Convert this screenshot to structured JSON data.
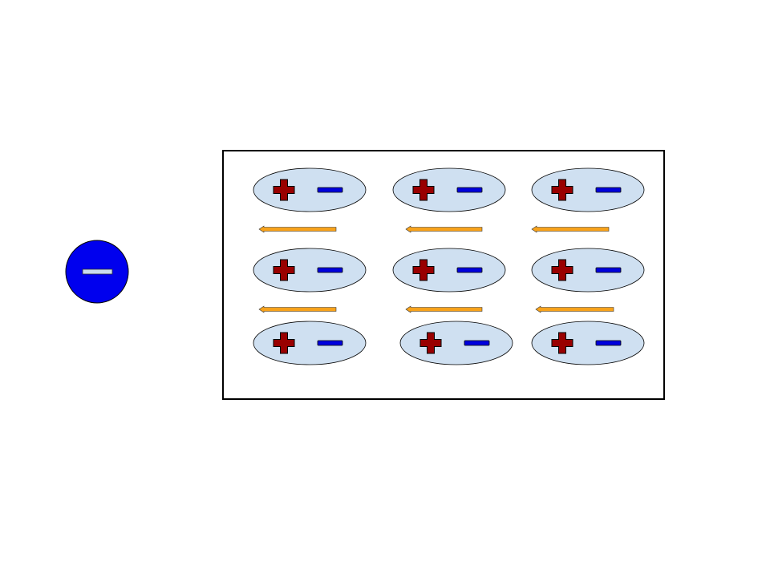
{
  "diagram": {
    "external_charge": {
      "sign": "negative",
      "fill": "#0000ee",
      "bar": "#c9dcee"
    },
    "dielectric": {
      "rows": 3,
      "cols": 3,
      "border": "#000000"
    },
    "molecule": {
      "fill": "#cfe0f1",
      "plus_color": "#990000",
      "minus_color": "#0000dd"
    },
    "field_arrow": {
      "color": "#f7a21b",
      "direction": "left",
      "count": 6
    }
  }
}
